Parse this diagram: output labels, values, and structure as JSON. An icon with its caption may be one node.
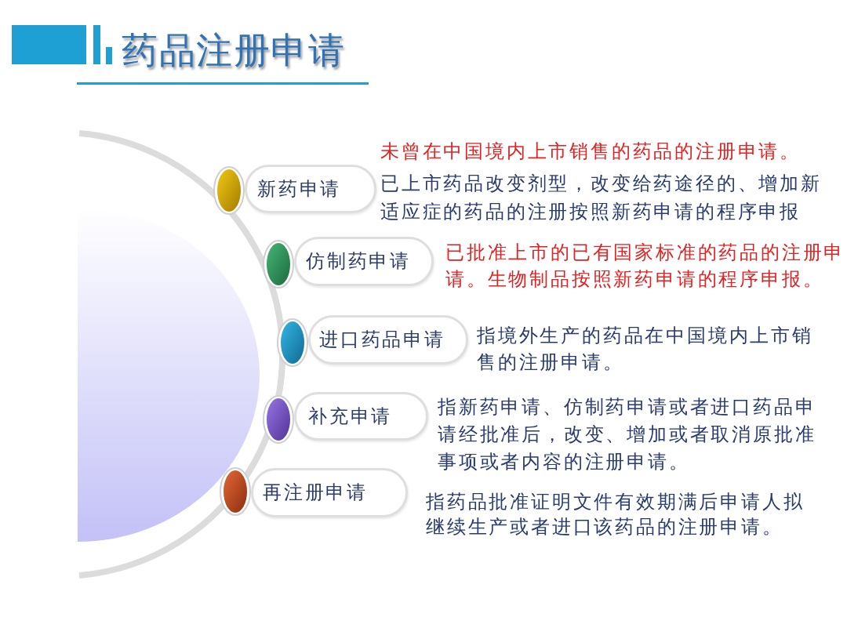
{
  "diagram": {
    "title": "药品注册申请",
    "nodes": [
      {
        "text": [
          "新药申请"
        ],
        "beside": [
          "未曾在中国境内上市销售的药品的注册申请。",
          "已上市药品改变剂型，改变给药途径的、增加新适应症的药品的注册按照新药申请的程序申报"
        ]
      },
      {
        "text": [
          "仿制药申请"
        ],
        "beside": [
          "已批准上市的已有国家标准的药品的注册申请。生物制品按照新药申请的程序申报。"
        ]
      },
      {
        "text": [
          "进口药品申请"
        ],
        "beside": [
          "指境外生产的药品在中国境内上市销售的注册申请。"
        ]
      },
      {
        "text": [
          "补充申请"
        ],
        "beside": [
          "指新药申请、仿制药申请或者进口药品申请经批准后，改变、增加或者取消原批准事项或者内容的注册申请。"
        ]
      },
      {
        "text": [
          "再注册申请"
        ],
        "beside": [
          "指药品批准证明文件有效期满后申请人拟继续生产或者进口该药品的注册申请。"
        ]
      }
    ]
  }
}
